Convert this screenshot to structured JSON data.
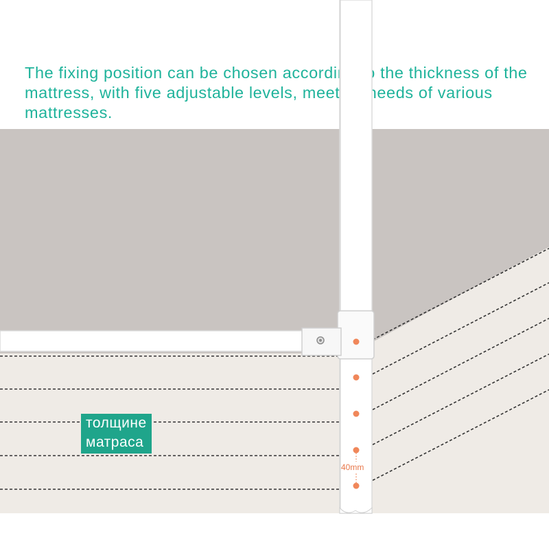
{
  "caption": "The fixing position can be chosen according to the thickness of the mattress, with five adjustable levels, meeting needs of various mattresses.",
  "badge": {
    "line1": "толщине",
    "line2": "матраса"
  },
  "measurement": "40mm",
  "adjustable_levels": 5,
  "colors": {
    "caption_text": "#1fb39b",
    "badge_bg": "#1fa58b",
    "accent_dots": "#f0875a",
    "wall": "#c9c4c1",
    "mattress": "#efebe6",
    "rail": "#ffffff"
  }
}
